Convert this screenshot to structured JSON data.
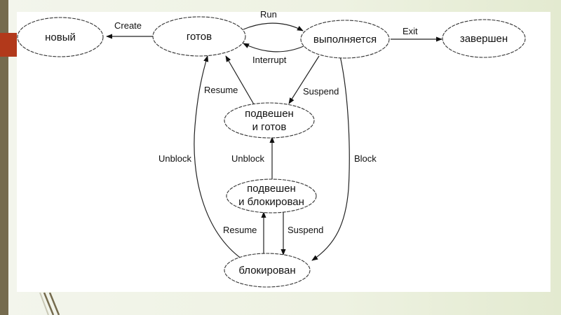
{
  "diagram": {
    "type": "state-transition",
    "nodes": [
      {
        "id": "new",
        "label": "новый"
      },
      {
        "id": "ready",
        "label": "готов"
      },
      {
        "id": "running",
        "label": "выполняется"
      },
      {
        "id": "exit",
        "label": "завершен"
      },
      {
        "id": "susp_ready",
        "label_line1": "подвешен",
        "label_line2": "и готов"
      },
      {
        "id": "susp_blocked",
        "label_line1": "подвешен",
        "label_line2": "и блокирован"
      },
      {
        "id": "blocked",
        "label": "блокирован"
      }
    ],
    "edges": [
      {
        "from": "ready",
        "to": "new",
        "label": "Create"
      },
      {
        "from": "ready",
        "to": "running",
        "label": "Run"
      },
      {
        "from": "running",
        "to": "ready",
        "label": "Interrupt"
      },
      {
        "from": "running",
        "to": "exit",
        "label": "Exit"
      },
      {
        "from": "susp_ready",
        "to": "ready",
        "label": "Resume"
      },
      {
        "from": "running",
        "to": "susp_ready",
        "label": "Suspend"
      },
      {
        "from": "blocked",
        "to": "ready",
        "label": "Unblock"
      },
      {
        "from": "susp_blocked",
        "to": "susp_ready",
        "label": "Unblock"
      },
      {
        "from": "running",
        "to": "blocked",
        "label": "Block"
      },
      {
        "from": "blocked",
        "to": "susp_blocked",
        "label": "Resume"
      },
      {
        "from": "susp_blocked",
        "to": "blocked",
        "label": "Suspend"
      }
    ]
  },
  "theme": {
    "accent": "#b2391b",
    "sidebar": "#756b4e"
  }
}
